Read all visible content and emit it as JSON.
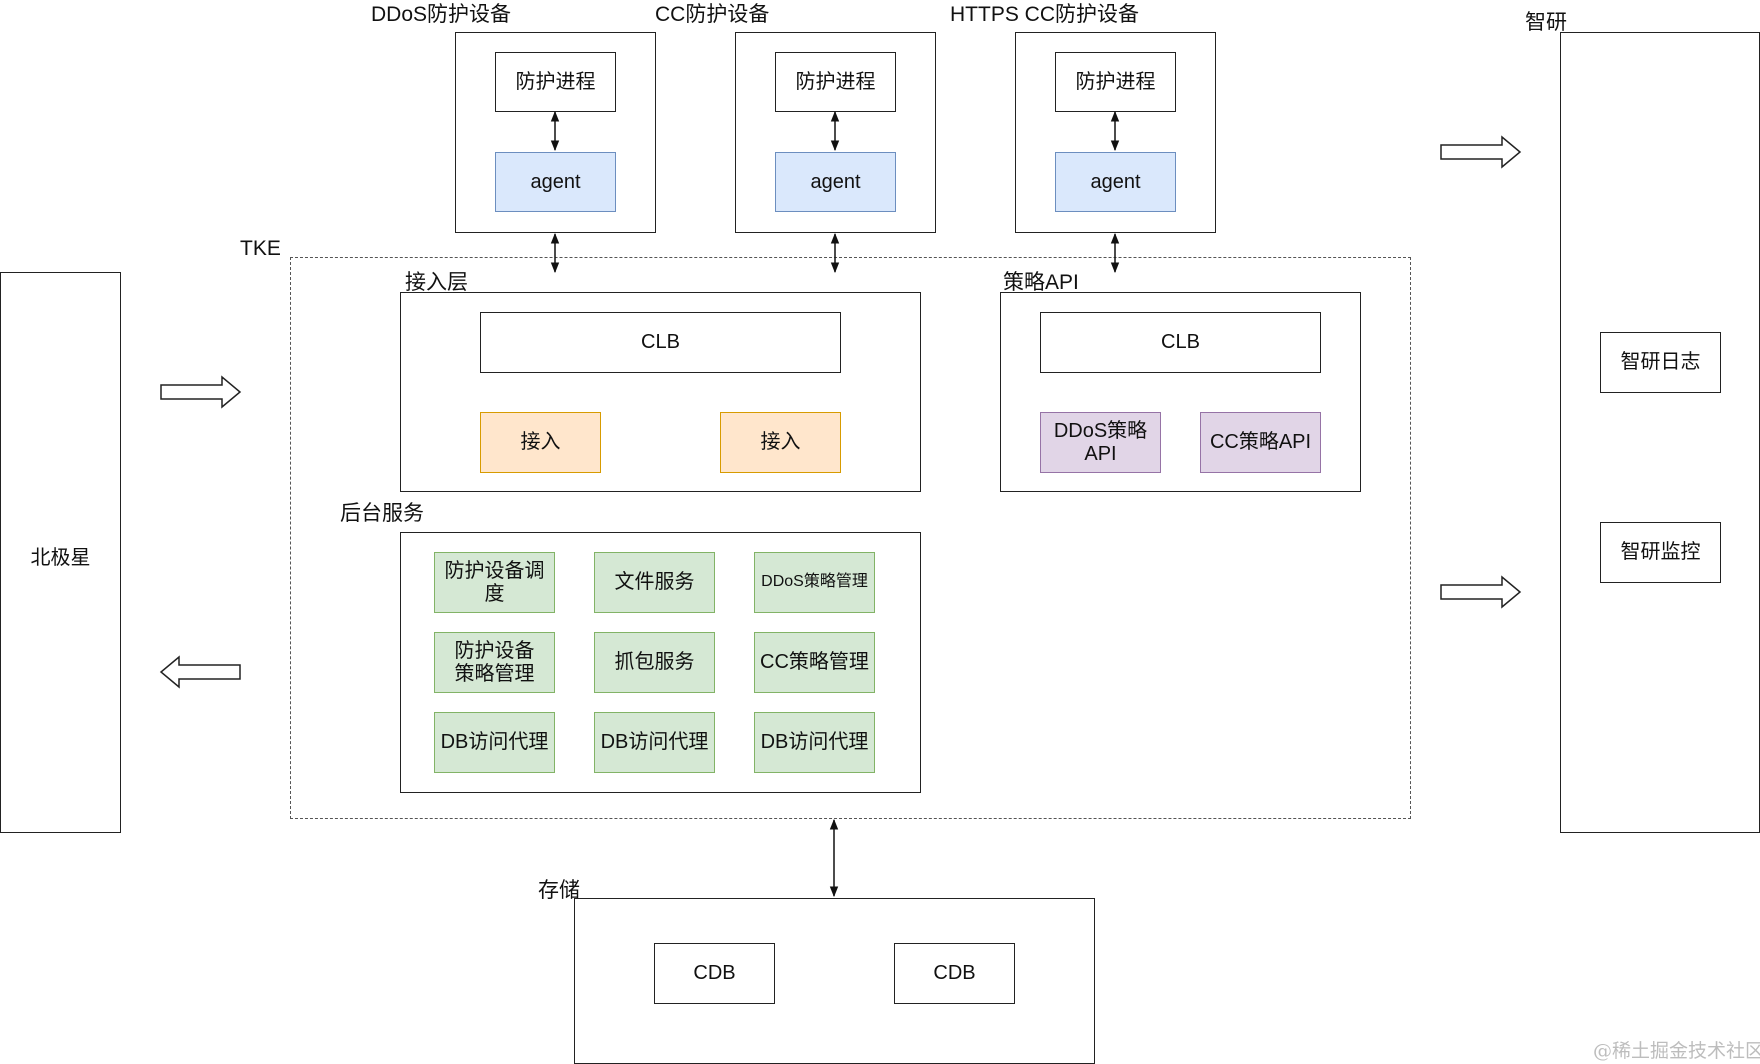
{
  "devices": [
    {
      "title": "DDoS防护设备",
      "process": "防护进程",
      "agent": "agent"
    },
    {
      "title": "CC防护设备",
      "process": "防护进程",
      "agent": "agent"
    },
    {
      "title": "HTTPS CC防护设备",
      "process": "防护进程",
      "agent": "agent"
    }
  ],
  "tke": {
    "label": "TKE"
  },
  "access_layer": {
    "title": "接入层",
    "clb": "CLB",
    "nodes": [
      "接入",
      "接入"
    ]
  },
  "policy_api": {
    "title": "策略API",
    "clb": "CLB",
    "ddos": "DDoS策略API",
    "cc": "CC策略API"
  },
  "backend": {
    "title": "后台服务",
    "services": [
      "防护设备调度",
      "文件服务",
      "DDoS策略管理",
      "防护设备策略管理",
      "抓包服务",
      "CC策略管理",
      "DB访问代理",
      "DB访问代理",
      "DB访问代理"
    ]
  },
  "polaris": {
    "label": "北极星"
  },
  "zhiyan": {
    "title": "智研",
    "log": "智研日志",
    "monitor": "智研监控"
  },
  "storage": {
    "title": "存储",
    "dbs": [
      "CDB",
      "CDB"
    ]
  },
  "watermark": "@稀土掘金技术社区",
  "colors": {
    "agent_fill": "#dae8fc",
    "access_fill": "#ffe6cc",
    "policy_fill": "#e1d5e7",
    "service_fill": "#d5e8d4"
  }
}
